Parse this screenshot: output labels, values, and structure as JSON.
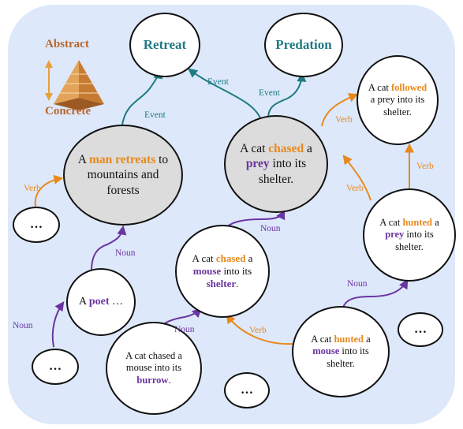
{
  "legend": {
    "top": "Abstract",
    "bottom": "Concrete"
  },
  "concepts": {
    "retreat": "Retreat",
    "predation": "Predation"
  },
  "nodes": {
    "man": {
      "pre": "A ",
      "verb": "man retreats",
      "post": " to mountains and forests"
    },
    "prey_chased": {
      "pre": "A cat ",
      "verb": "chased",
      "mid": " a ",
      "noun": "prey",
      "post": " into its shelter."
    },
    "followed": {
      "pre": "A cat ",
      "verb": "followed",
      "post": " a prey into its shelter."
    },
    "hunted_prey": {
      "pre": "A cat ",
      "verb": "hunted",
      "mid": " a ",
      "noun": "prey",
      "post": " into its shelter."
    },
    "chased_mouse": {
      "pre": "A cat ",
      "verb": "chased",
      "mid": " a ",
      "noun": "mouse",
      "mid2": " into its ",
      "noun2": "shelter",
      "post": "."
    },
    "hunted_mouse": {
      "pre": "A cat ",
      "verb": "hunted",
      "mid": " a ",
      "noun": "mouse",
      "post": " into its shelter."
    },
    "burrow": {
      "pre": "A cat chased a mouse into its ",
      "noun": "burrow",
      "post": "."
    },
    "poet": {
      "pre": "A ",
      "noun": "poet",
      "post": " …"
    },
    "ellipsis": "…"
  },
  "edge_labels": {
    "event": "Event",
    "verb": "Verb",
    "noun": "Noun"
  },
  "colors": {
    "event": "#1f7a82",
    "verb": "#e8891c",
    "noun": "#6a35a0",
    "background": "#dde8fb",
    "node_grey": "#dcdcdc",
    "legend": "#b7672b"
  }
}
